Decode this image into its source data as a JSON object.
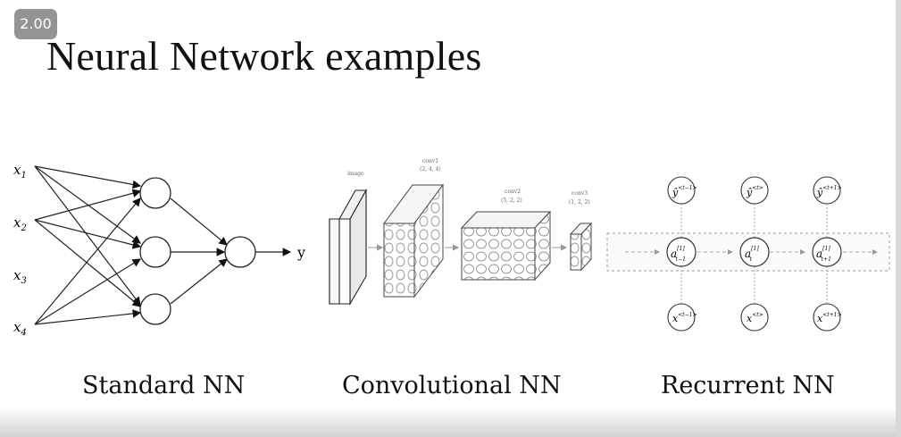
{
  "player": {
    "speed_label": "2.00"
  },
  "slide": {
    "title": "Neural Network examples",
    "standard": {
      "caption": "Standard NN",
      "inputs": [
        "x",
        "x",
        "x",
        "x"
      ],
      "input_subscripts": [
        "1",
        "2",
        "3",
        "4"
      ],
      "output": "y"
    },
    "convolutional": {
      "caption": "Convolutional NN",
      "labels": {
        "image": "image",
        "conv1": "conv1",
        "conv1_dims": "(2, 4, 4)",
        "conv2": "conv2",
        "conv2_dims": "(5, 2, 2)",
        "conv3": "conv3",
        "conv3_dims": "(1, 2, 2)"
      }
    },
    "recurrent": {
      "caption": "Recurrent NN",
      "output_nodes": [
        {
          "base": "ŷ",
          "sup": "<t−1>"
        },
        {
          "base": "ŷ",
          "sup": "<t>"
        },
        {
          "base": "ŷ",
          "sup": "<t+1>"
        }
      ],
      "hidden_nodes": [
        {
          "base": "a",
          "sup": "[1]",
          "sub": "t−1"
        },
        {
          "base": "a",
          "sup": "[1]",
          "sub": "t"
        },
        {
          "base": "a",
          "sup": "[1]",
          "sub": "t+1"
        }
      ],
      "input_nodes": [
        {
          "base": "x",
          "sup": "<t−1>"
        },
        {
          "base": "x",
          "sup": "<t>"
        },
        {
          "base": "x",
          "sup": "<t+1>"
        }
      ]
    }
  }
}
